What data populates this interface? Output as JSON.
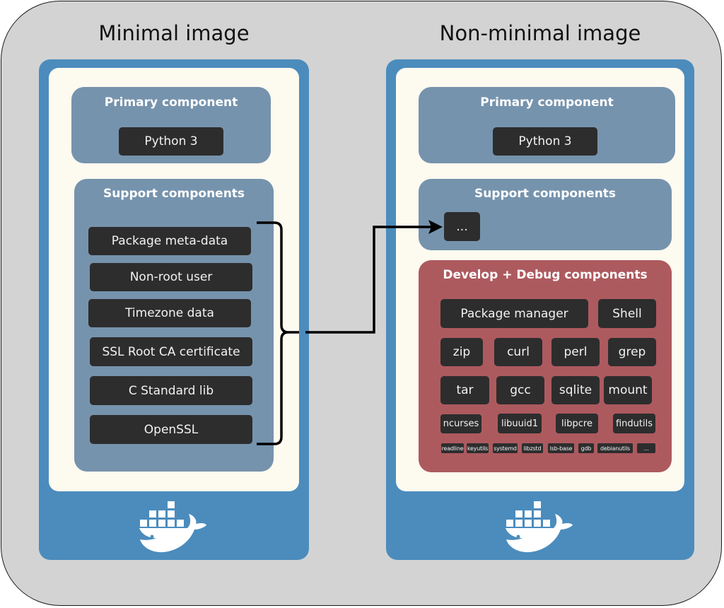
{
  "left": {
    "title": "Minimal image",
    "primary": {
      "title": "Primary component",
      "items": [
        "Python 3"
      ]
    },
    "support": {
      "title": "Support components",
      "items": [
        "Package meta-data",
        "Non-root user",
        "Timezone data",
        "SSL Root CA certificate",
        "C Standard lib",
        "OpenSSL"
      ]
    },
    "logo": "docker-whale-icon"
  },
  "right": {
    "title": "Non-minimal image",
    "primary": {
      "title": "Primary component",
      "items": [
        "Python 3"
      ]
    },
    "support": {
      "title": "Support components",
      "items": [
        "..."
      ]
    },
    "dev": {
      "title": "Develop + Debug components",
      "row1": [
        "Package manager",
        "Shell"
      ],
      "row2": [
        "zip",
        "curl",
        "perl",
        "grep"
      ],
      "row3": [
        "tar",
        "gcc",
        "sqlite",
        "mount"
      ],
      "row4": [
        "ncurses",
        "libuuid1",
        "libpcre",
        "findutils"
      ],
      "row5": [
        "readline",
        "keyutils",
        "systemd",
        "libzstd",
        "lsb-base",
        "gdb",
        "debianutils",
        "..."
      ]
    },
    "logo": "docker-whale-icon"
  },
  "connector": {
    "from": "left-support-components",
    "to": "right-support-ellipsis",
    "style": "brace-arrow"
  },
  "colors": {
    "background": "#d3d3d3",
    "frame_blue": "#4b8cbd",
    "cream": "#fdfaf0",
    "group_slate": "#7693ad",
    "dev_red": "#ad5a5f",
    "chip_dark": "#2d2d2d"
  }
}
